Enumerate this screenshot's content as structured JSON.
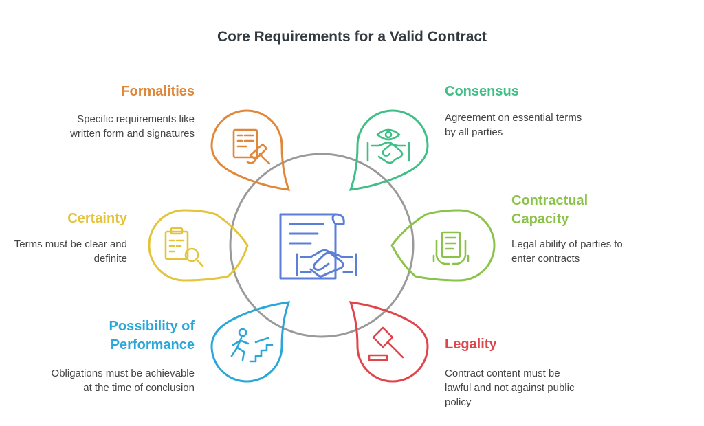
{
  "title": "Core Requirements for a Valid Contract",
  "center": {
    "icon": "contract-handshake-icon",
    "color": "#5b7fd6"
  },
  "items": [
    {
      "label": "Formalities",
      "desc": "Specific requirements like written form and signatures",
      "color": "#e0873a",
      "icon": "document-signing-icon"
    },
    {
      "label": "Consensus",
      "desc": "Agreement on essential terms by all parties",
      "color": "#3fbf86",
      "icon": "eye-handshake-icon"
    },
    {
      "label": "Contractual Capacity",
      "desc": "Legal ability of parties to enter contracts",
      "color": "#8bc34a",
      "icon": "hands-holding-document-icon"
    },
    {
      "label": "Legality",
      "desc": "Contract content must be lawful and not against public policy",
      "color": "#e0454c",
      "icon": "gavel-icon"
    },
    {
      "label": "Possibility of Performance",
      "desc": "Obligations must be achievable at the time of conclusion",
      "color": "#2aa7d8",
      "icon": "person-climbing-stairs-icon"
    },
    {
      "label": "Certainty",
      "desc": "Terms must be clear and definite",
      "color": "#e3c43a",
      "icon": "clipboard-search-icon"
    }
  ]
}
